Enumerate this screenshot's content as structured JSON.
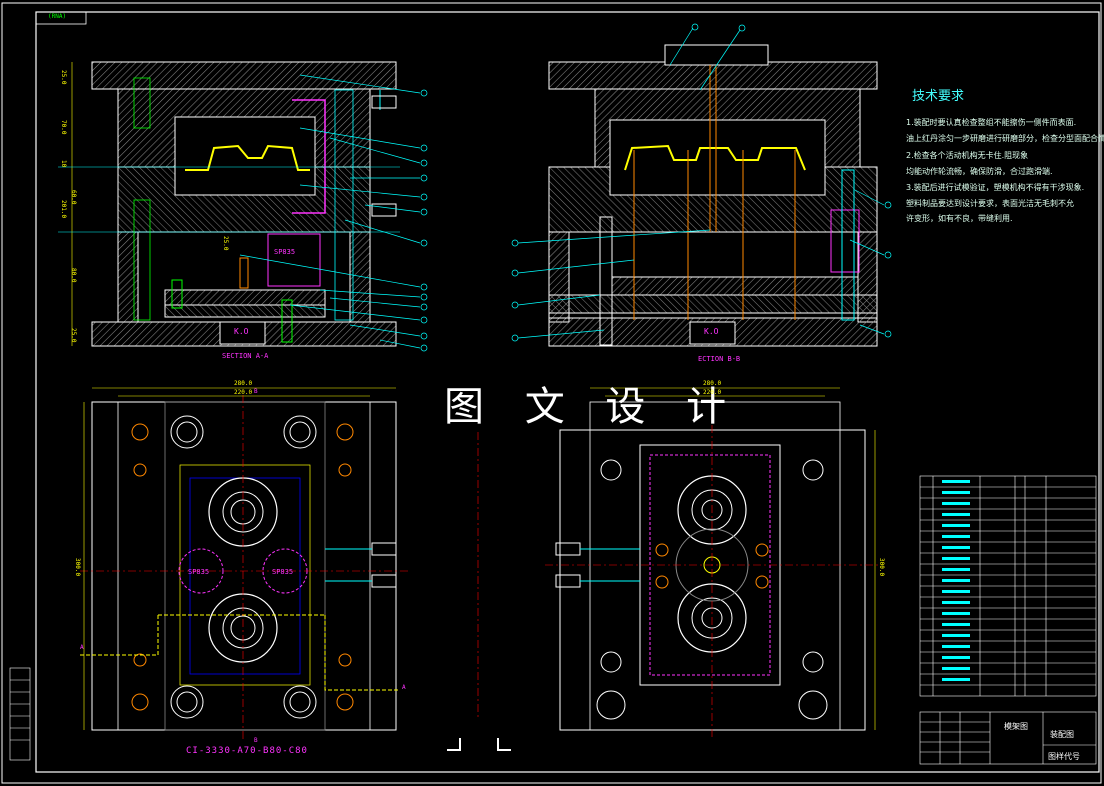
{
  "sheet": {
    "stamp_text": "图 文 设 计",
    "corner_tag": "(RNA)"
  },
  "views": {
    "section_a": "SECTION A-A",
    "section_b": "ECTION B-B",
    "part_code": "CI-3330-A70-B80-C80",
    "insert_label": "SP835",
    "ko_label": "K.O",
    "a_dims": [
      "25.0",
      "70.0",
      "10",
      "60.0",
      "201.0",
      "80.0",
      "25.0",
      "25.0"
    ],
    "plan_widths_left": [
      "280.0",
      "220.0"
    ],
    "plan_widths_right": [
      "280.0",
      "220.0"
    ],
    "plan_height": "300.0",
    "marks": [
      "A",
      "A",
      "B",
      "B"
    ]
  },
  "tech": {
    "title": "技术要求",
    "lines": [
      "1.装配时要认真检查整组不能擦伤一侧件而表面.",
      "油上红丹涂匀一步研磨进行研磨部分，检查分型面配合情况.",
      "2.检查各个活动机构无卡住.阻现象",
      "均能动作轮流畅，确保防滑，合过跑滑端.",
      "3.装配后进行试模验证，塑模机构不得有干涉现象.",
      "塑料制品要达到设计要求，表面光洁无毛刺不允",
      "许变形，如有不良，带缝利用."
    ]
  },
  "title_block": {
    "name": "模架图",
    "drawing": "装配图",
    "code": "图样代号"
  }
}
